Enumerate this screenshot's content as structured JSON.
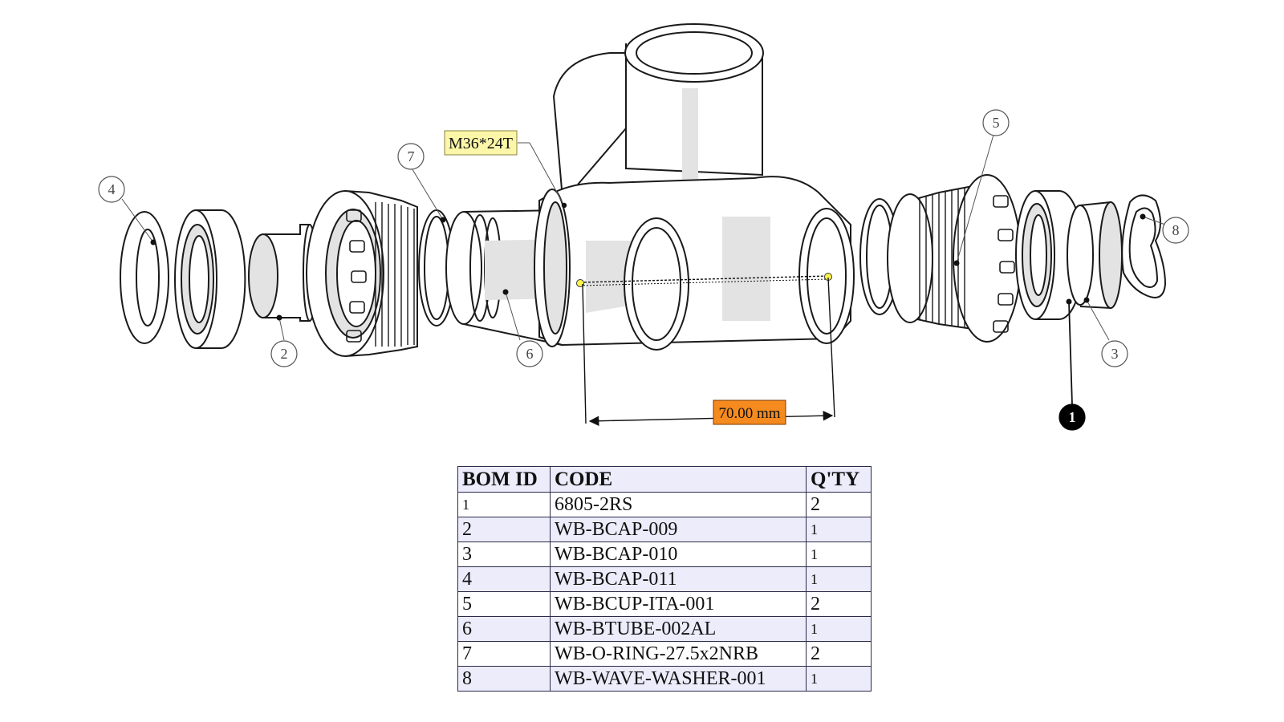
{
  "diagram": {
    "thread_label": "M36*24T",
    "dimension_label": "70.00 mm",
    "balloons": {
      "b1": "1",
      "b2": "2",
      "b3": "3",
      "b4": "4",
      "b5": "5",
      "b6": "6",
      "b7": "7",
      "b8": "8"
    },
    "colors": {
      "line": "#1a1a1a",
      "shade": "#e3e3e3",
      "thread_label_bg": "#fbf6a8",
      "dimension_label_bg": "#f58a1f",
      "table_header_bg": "#ececfb",
      "table_border": "#2a2a4a"
    }
  },
  "bom": {
    "headers": {
      "id": "BOM ID",
      "code": "CODE",
      "qty": "Q'TY"
    },
    "rows": [
      {
        "id": "1",
        "code": "6805-2RS",
        "qty": "2"
      },
      {
        "id": "2",
        "code": "WB-BCAP-009",
        "qty": "1"
      },
      {
        "id": "3",
        "code": "WB-BCAP-010",
        "qty": "1"
      },
      {
        "id": "4",
        "code": "WB-BCAP-011",
        "qty": "1"
      },
      {
        "id": "5",
        "code": "WB-BCUP-ITA-001",
        "qty": "2"
      },
      {
        "id": "6",
        "code": "WB-BTUBE-002AL",
        "qty": "1"
      },
      {
        "id": "7",
        "code": "WB-O-RING-27.5x2NRB",
        "qty": "2"
      },
      {
        "id": "8",
        "code": "WB-WAVE-WASHER-001",
        "qty": "1"
      }
    ]
  }
}
